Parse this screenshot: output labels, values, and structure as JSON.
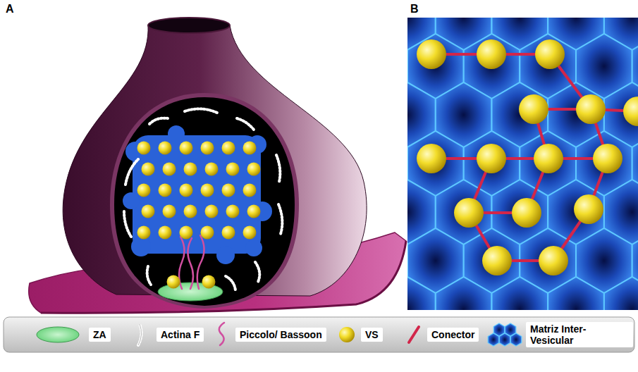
{
  "diagram": {
    "labels": [
      "A",
      "B"
    ],
    "legend": [
      {
        "text": "ZA"
      },
      {
        "text": "Actina F"
      },
      {
        "text": "Piccolo/ Bassoon"
      },
      {
        "text": "VS"
      },
      {
        "text": "Conector"
      },
      {
        "text": "Matriz Inter-Vesicular"
      }
    ]
  }
}
